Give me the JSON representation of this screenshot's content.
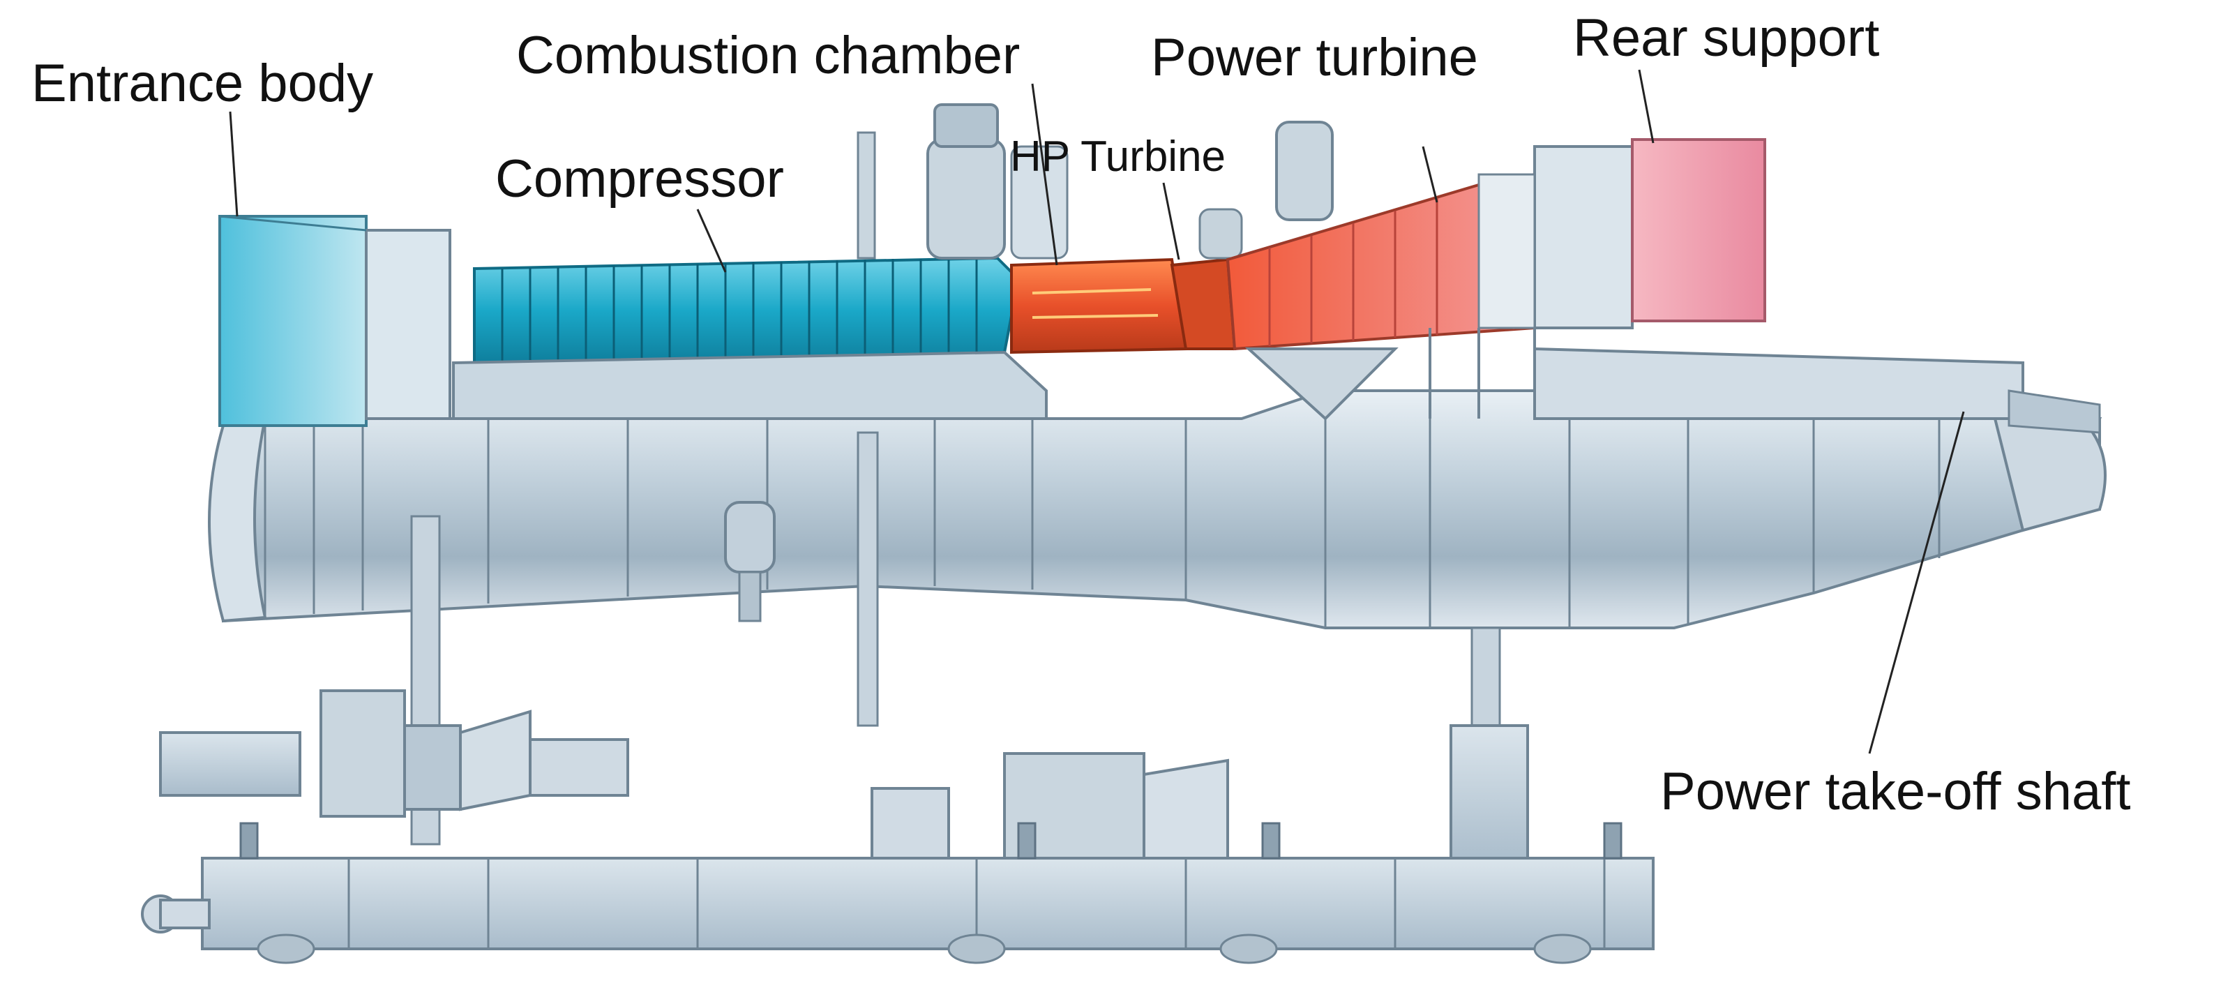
{
  "labels": {
    "entrance_body": "Entrance body",
    "combustion_chamber": "Combustion chamber",
    "power_turbine": "Power turbine",
    "rear_support": "Rear support",
    "compressor": "Compressor",
    "hp_turbine": "HP Turbine",
    "power_takeoff_shaft": "Power take-off shaft"
  },
  "colors": {
    "compressor": "#1aa8c8",
    "hp_turbine": "#e8502a",
    "power_turbine": "#f07070",
    "rear_support": "#f4a0b0",
    "casing": "#b9cad6",
    "casing_dark": "#7f95a6",
    "frame": "#c4d3de",
    "leader": "#222222"
  }
}
